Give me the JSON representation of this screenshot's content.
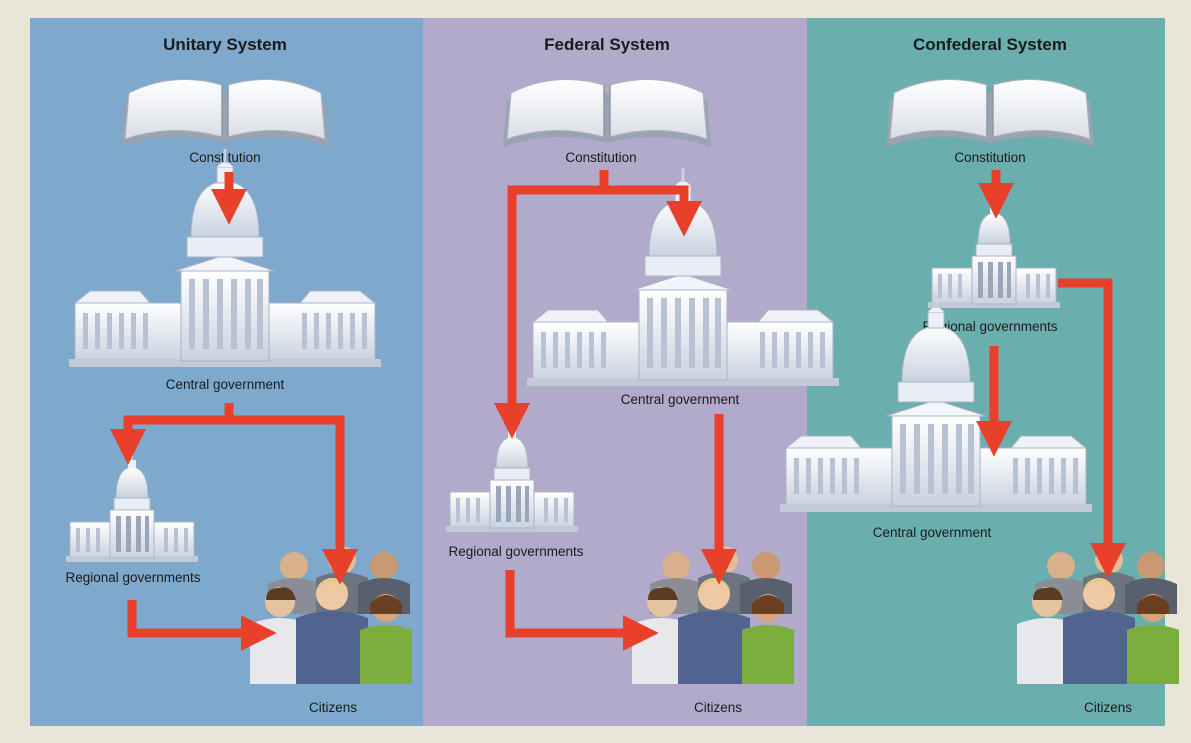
{
  "panels": [
    {
      "title": "Unitary System",
      "constitution": "Constitution",
      "central": "Central government",
      "regional": "Regional governments",
      "citizens": "Citizens"
    },
    {
      "title": "Federal System",
      "constitution": "Constitution",
      "central": "Central government",
      "regional": "Regional governments",
      "citizens": "Citizens"
    },
    {
      "title": "Confederal System",
      "constitution": "Constitution",
      "central": "Central government",
      "regional": "Regional governments",
      "citizens": "Citizens"
    }
  ],
  "colors": {
    "frame": "#e9e6d9",
    "unitary_bg": "#7ea9cc",
    "federal_bg": "#b1aacb",
    "confederal_bg": "#6aaeae",
    "arrow": "#e8402a",
    "building": "#e6ebf4"
  },
  "icons": [
    "book-icon",
    "capitol-icon",
    "people-icon"
  ]
}
